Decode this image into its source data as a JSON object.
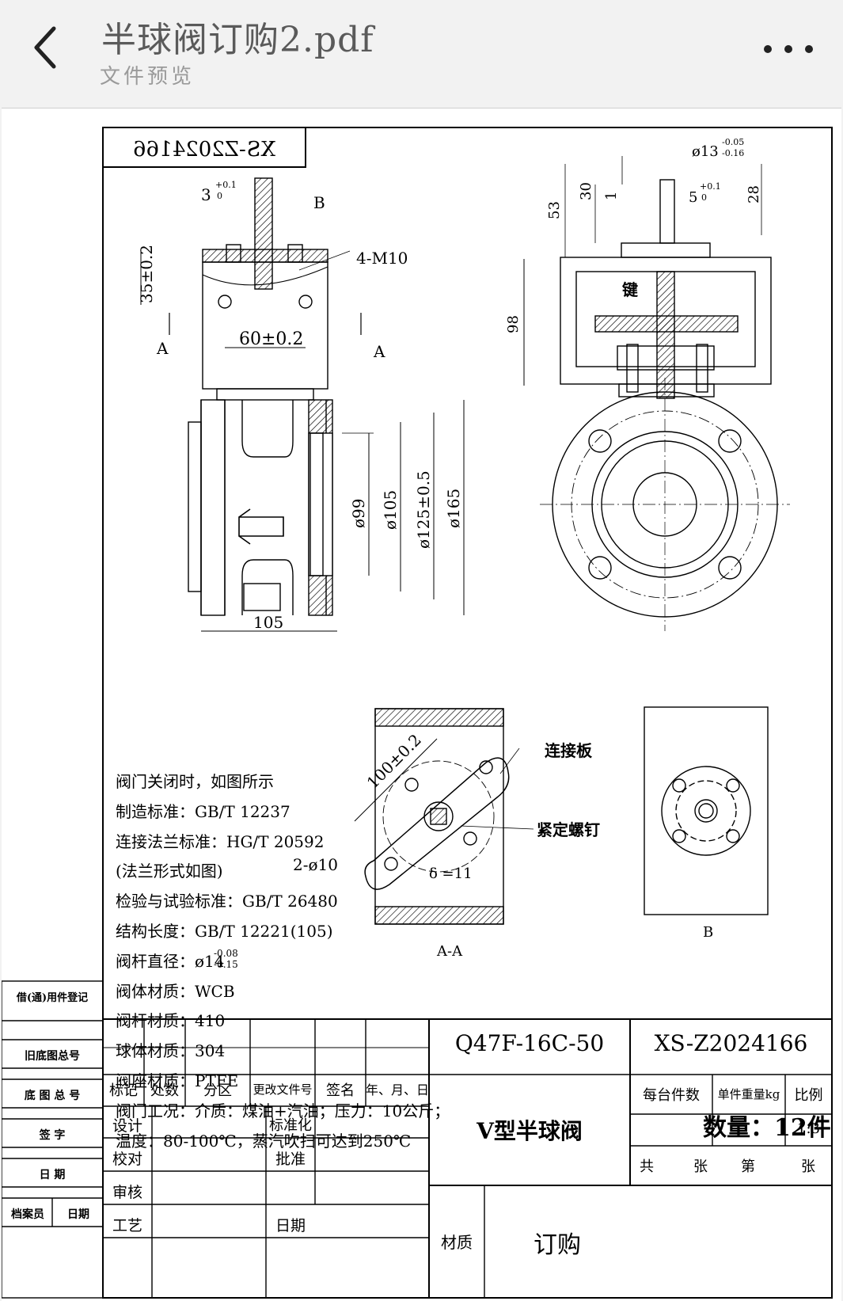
{
  "header": {
    "title": "半球阀订购2.pdf",
    "subtitle": "文件预览",
    "back_icon": "chevron-left-icon",
    "more_icon": "more-horizontal-icon"
  },
  "drawing": {
    "mirrored_number": "XS-Z2024166",
    "dims": {
      "keyway_w": "3",
      "keyway_tol": "+0.1",
      "keyway_tol2": "0",
      "view_b": "B",
      "h_35": "35±0.2",
      "bolts": "4-M10",
      "section_a": "A",
      "w_60": "60±0.2",
      "d99": "ø99",
      "d105": "ø105",
      "d125": "ø125±0.5",
      "d165": "ø165",
      "len105": "105",
      "shaft_d": "ø13",
      "shaft_tol_up": "-0.05",
      "shaft_tol_dn": "-0.16",
      "h53": "53",
      "h30": "30",
      "h1": "1",
      "key5": "5",
      "key5_tol": "+0.1",
      "key5_tol2": "0",
      "h28": "28",
      "key_label": "键",
      "h98": "98",
      "d100": "100±0.2",
      "plate_label": "连接板",
      "screw_label": "紧定螺钉",
      "holes": "2-ø10",
      "delta": "δ =11",
      "section_aa": "A-A",
      "view_b_label": "B"
    }
  },
  "notes": [
    "阀门关闭时，如图所示",
    "制造标准：GB/T 12237",
    "连接法兰标准：HG/T 20592",
    "(法兰形式如图)",
    "检验与试验标准：GB/T 26480",
    "结构长度：GB/T 12221(105)",
    "阀杆直径：ø14",
    "阀体材质：WCB",
    "阀杆材质：410",
    "球体材质：304",
    "阀座材质：PTFE",
    "阀门工况：介质：煤油+汽油；压力：10公斤；",
    "温度：80-100℃，蒸汽吹扫可达到250℃"
  ],
  "stem_tol": {
    "up": "-0.08",
    "dn": "-0.15"
  },
  "quantity": "数量：12件",
  "side_panel": [
    "借(通)用件登记",
    "旧底图总号",
    "底 图 总 号",
    "签   字",
    "日   期",
    "档案员",
    "日期"
  ],
  "title_block": {
    "model": "Q47F-16C-50",
    "drawing_no": "XS-Z2024166",
    "name": "V型半球阀",
    "rev_headers": [
      "标记",
      "处数",
      "分区",
      "更改文件号",
      "签名",
      "年、月、日"
    ],
    "sign_rows": [
      "设计",
      "校对",
      "审核",
      "工艺"
    ],
    "sign_right": [
      "标准化",
      "批准",
      "日期"
    ],
    "mass_headers": [
      "每台件数",
      "单件重量kg",
      "比例"
    ],
    "scale": "1:3",
    "sheet": [
      "共",
      "张",
      "第",
      "张"
    ],
    "material_label": "材质",
    "material_value": "订购"
  }
}
